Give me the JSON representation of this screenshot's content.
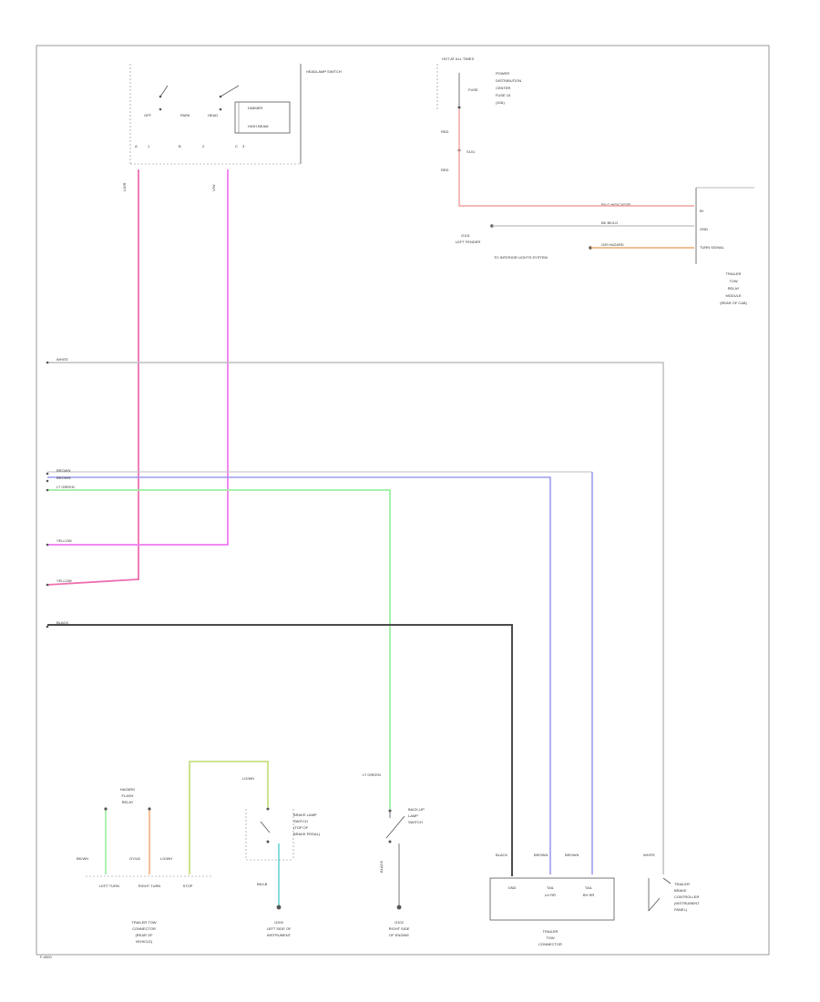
{
  "page_ref": "F-0000",
  "colors": {
    "red_wire": "#f2a0a0",
    "pink_wire": "#ee6fb0",
    "magenta_wire": "#f07af0",
    "blue_wire": "#9c9cf0",
    "green_wire": "#9ceea0",
    "black_wire": "#4a4a4a",
    "gray_wire": "#bdbdbd",
    "orange_wire": "#f3b080",
    "yellow_green_wire": "#c8e080",
    "cyan_wire": "#7ad8d8",
    "dark_orange_wire": "#e89a50"
  },
  "top_switch": {
    "label": "HEADLAMP SWITCH",
    "contacts": [
      "OFF",
      "PARK",
      "HEAD"
    ],
    "pins": [
      "A",
      "1",
      "B",
      "2",
      "C",
      "3"
    ],
    "relay_label": "DIMMER",
    "relay_sub": "HIGH BEAM",
    "wire_left": "LG/R",
    "wire_right": "V/W"
  },
  "fuse_block": {
    "header": "HOT AT ALL TIMES",
    "fuse_lines": [
      "POWER",
      "DISTRIBUTION",
      "CENTER",
      "FUSE 15",
      "(10A)"
    ],
    "fuse_label": "FUSE",
    "wire1": "RED",
    "wire2": "RED",
    "splice": "S101"
  },
  "module_right": {
    "pins": [
      "B+",
      "GND",
      "TURN SIGNAL"
    ],
    "wire_red": "R/LG  INDICATOR",
    "wire_black": "BK   BK/LG",
    "ground_label": "G101",
    "ground_sub": "LEFT FENDER",
    "signal_note": "TO INTERIOR LIGHTS SYSTEM",
    "wire_orange": "O/R  HAZARD",
    "title": [
      "TRAILER",
      "TOW",
      "RELAY",
      "MODULE",
      "(REAR OF CAB)"
    ]
  },
  "left_labels": {
    "top": "WHITE",
    "blue1": "BROWN",
    "blue2": "BROWN",
    "green": "LT GREEN",
    "magenta": "YELLOW",
    "pink": "YELLOW",
    "black": "BLACK"
  },
  "bottom": {
    "connector_title": [
      "HAZARD",
      "FLASH",
      "RELAY"
    ],
    "conn_wires": [
      "BK/WH",
      "GY/LB",
      "LG/WH"
    ],
    "conn_pins": [
      "LEFT TURN",
      "RIGHT TURN",
      "STOP"
    ],
    "conn_caption": [
      "TRAILER TOW",
      "CONNECTOR",
      "(REAR OF",
      "VEHICLE)"
    ],
    "stop_switch_wire": "LG/WH",
    "stop_switch_label": [
      "BRAKE LAMP",
      "SWITCH",
      "(TOP OF",
      "BRAKE PEDAL)"
    ],
    "stop_ground_wire": "BK/LB",
    "stop_ground_label": [
      "G200",
      "LEFT SIDE OF",
      "INSTRUMENT"
    ],
    "center_switch_wire": "LT GREEN",
    "center_switch_label": [
      "BACK-UP",
      "LAMP",
      "SWITCH"
    ],
    "center_ground_wire": "BLACK",
    "center_ground_label": [
      "G102",
      "RIGHT SIDE",
      "OF ENGINE"
    ],
    "box_wires": [
      "BLACK",
      "BROWN",
      "BROWN"
    ],
    "box_pins": [
      "GND",
      "TAIL",
      "TAIL"
    ],
    "box_subs": [
      "",
      "LH RR",
      "RH RR"
    ],
    "box_title": [
      "TRAILER",
      "TOW",
      "CONNECTOR"
    ],
    "right_wire": "WHITE",
    "right_label": [
      "TRAILER",
      "BRAKE",
      "CONTROLLER",
      "(INSTRUMENT",
      "PANEL)"
    ]
  }
}
